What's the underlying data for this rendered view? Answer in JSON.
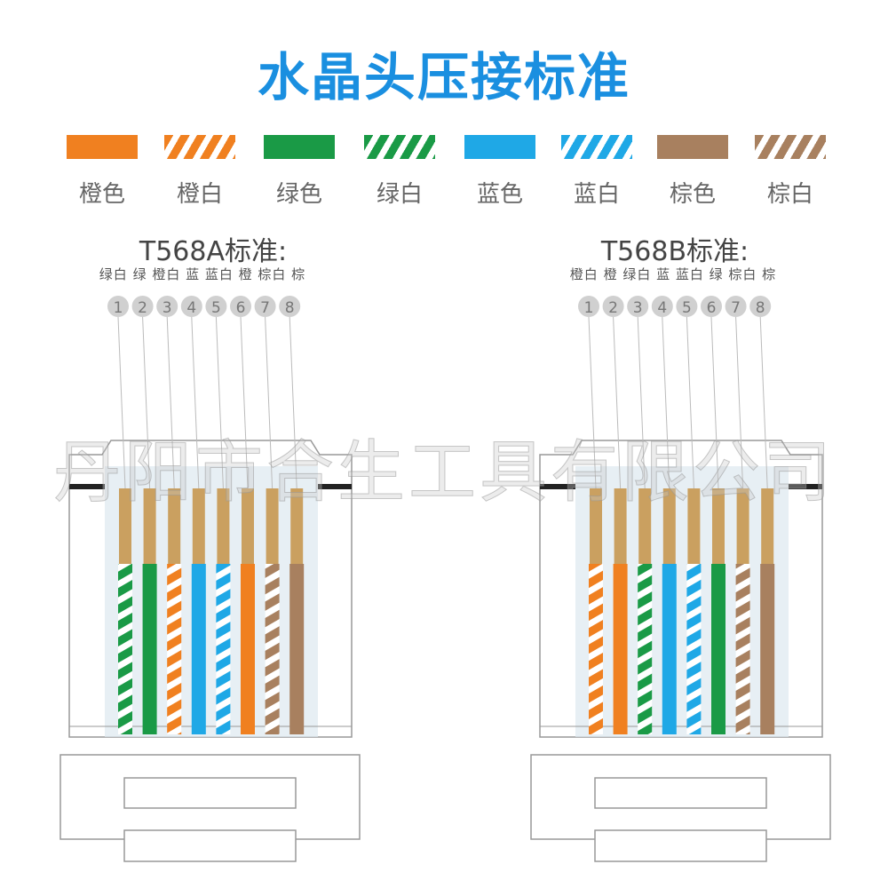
{
  "title": "水晶头压接标准",
  "colors": {
    "orange": "#f08020",
    "green": "#1a9a46",
    "blue": "#1fa8e6",
    "brown": "#a8805f",
    "gold": "#caa060",
    "title": "#1a8fe0"
  },
  "legend": [
    {
      "label": "橙色",
      "color": "orange",
      "striped": false
    },
    {
      "label": "橙白",
      "color": "orange",
      "striped": true
    },
    {
      "label": "绿色",
      "color": "green",
      "striped": false
    },
    {
      "label": "绿白",
      "color": "green",
      "striped": true
    },
    {
      "label": "蓝色",
      "color": "blue",
      "striped": false
    },
    {
      "label": "蓝白",
      "color": "blue",
      "striped": true
    },
    {
      "label": "棕色",
      "color": "brown",
      "striped": false
    },
    {
      "label": "棕白",
      "color": "brown",
      "striped": true
    }
  ],
  "standards": [
    {
      "name": "T568A标准:",
      "sequence": "绿白 绿 橙白 蓝 蓝白 橙 棕白 棕",
      "wires": [
        {
          "color": "green",
          "striped": true
        },
        {
          "color": "green",
          "striped": false
        },
        {
          "color": "orange",
          "striped": true
        },
        {
          "color": "blue",
          "striped": false
        },
        {
          "color": "blue",
          "striped": true
        },
        {
          "color": "orange",
          "striped": false
        },
        {
          "color": "brown",
          "striped": true
        },
        {
          "color": "brown",
          "striped": false
        }
      ]
    },
    {
      "name": "T568B标准:",
      "sequence": "橙白 橙 绿白 蓝 蓝白 绿 棕白 棕",
      "wires": [
        {
          "color": "orange",
          "striped": true
        },
        {
          "color": "orange",
          "striped": false
        },
        {
          "color": "green",
          "striped": true
        },
        {
          "color": "blue",
          "striped": false
        },
        {
          "color": "blue",
          "striped": true
        },
        {
          "color": "green",
          "striped": false
        },
        {
          "color": "brown",
          "striped": true
        },
        {
          "color": "brown",
          "striped": false
        }
      ]
    }
  ],
  "pins": [
    "1",
    "2",
    "3",
    "4",
    "5",
    "6",
    "7",
    "8"
  ],
  "watermark": "丹阳市合生工具有限公司"
}
